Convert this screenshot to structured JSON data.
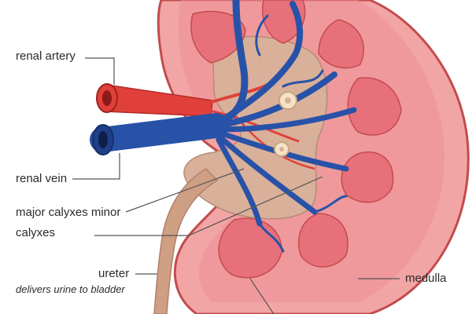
{
  "labels": {
    "renal_artery": "renal artery",
    "renal_vein": "renal vein",
    "major_calyxes_minor": "major calyxes minor",
    "calyxes": "calyxes",
    "ureter": "ureter",
    "ureter_note": "delivers urine to bladder",
    "medulla": "medulla"
  },
  "colors": {
    "cortex": "#f2a5a5",
    "cortex_outline": "#c24c4c",
    "pyramid": "#e8707b",
    "pelvis": "#d9b099",
    "artery": "#e0403a",
    "vein": "#2852a8",
    "ureter": "#cf9f84",
    "leader_line": "#555555"
  }
}
